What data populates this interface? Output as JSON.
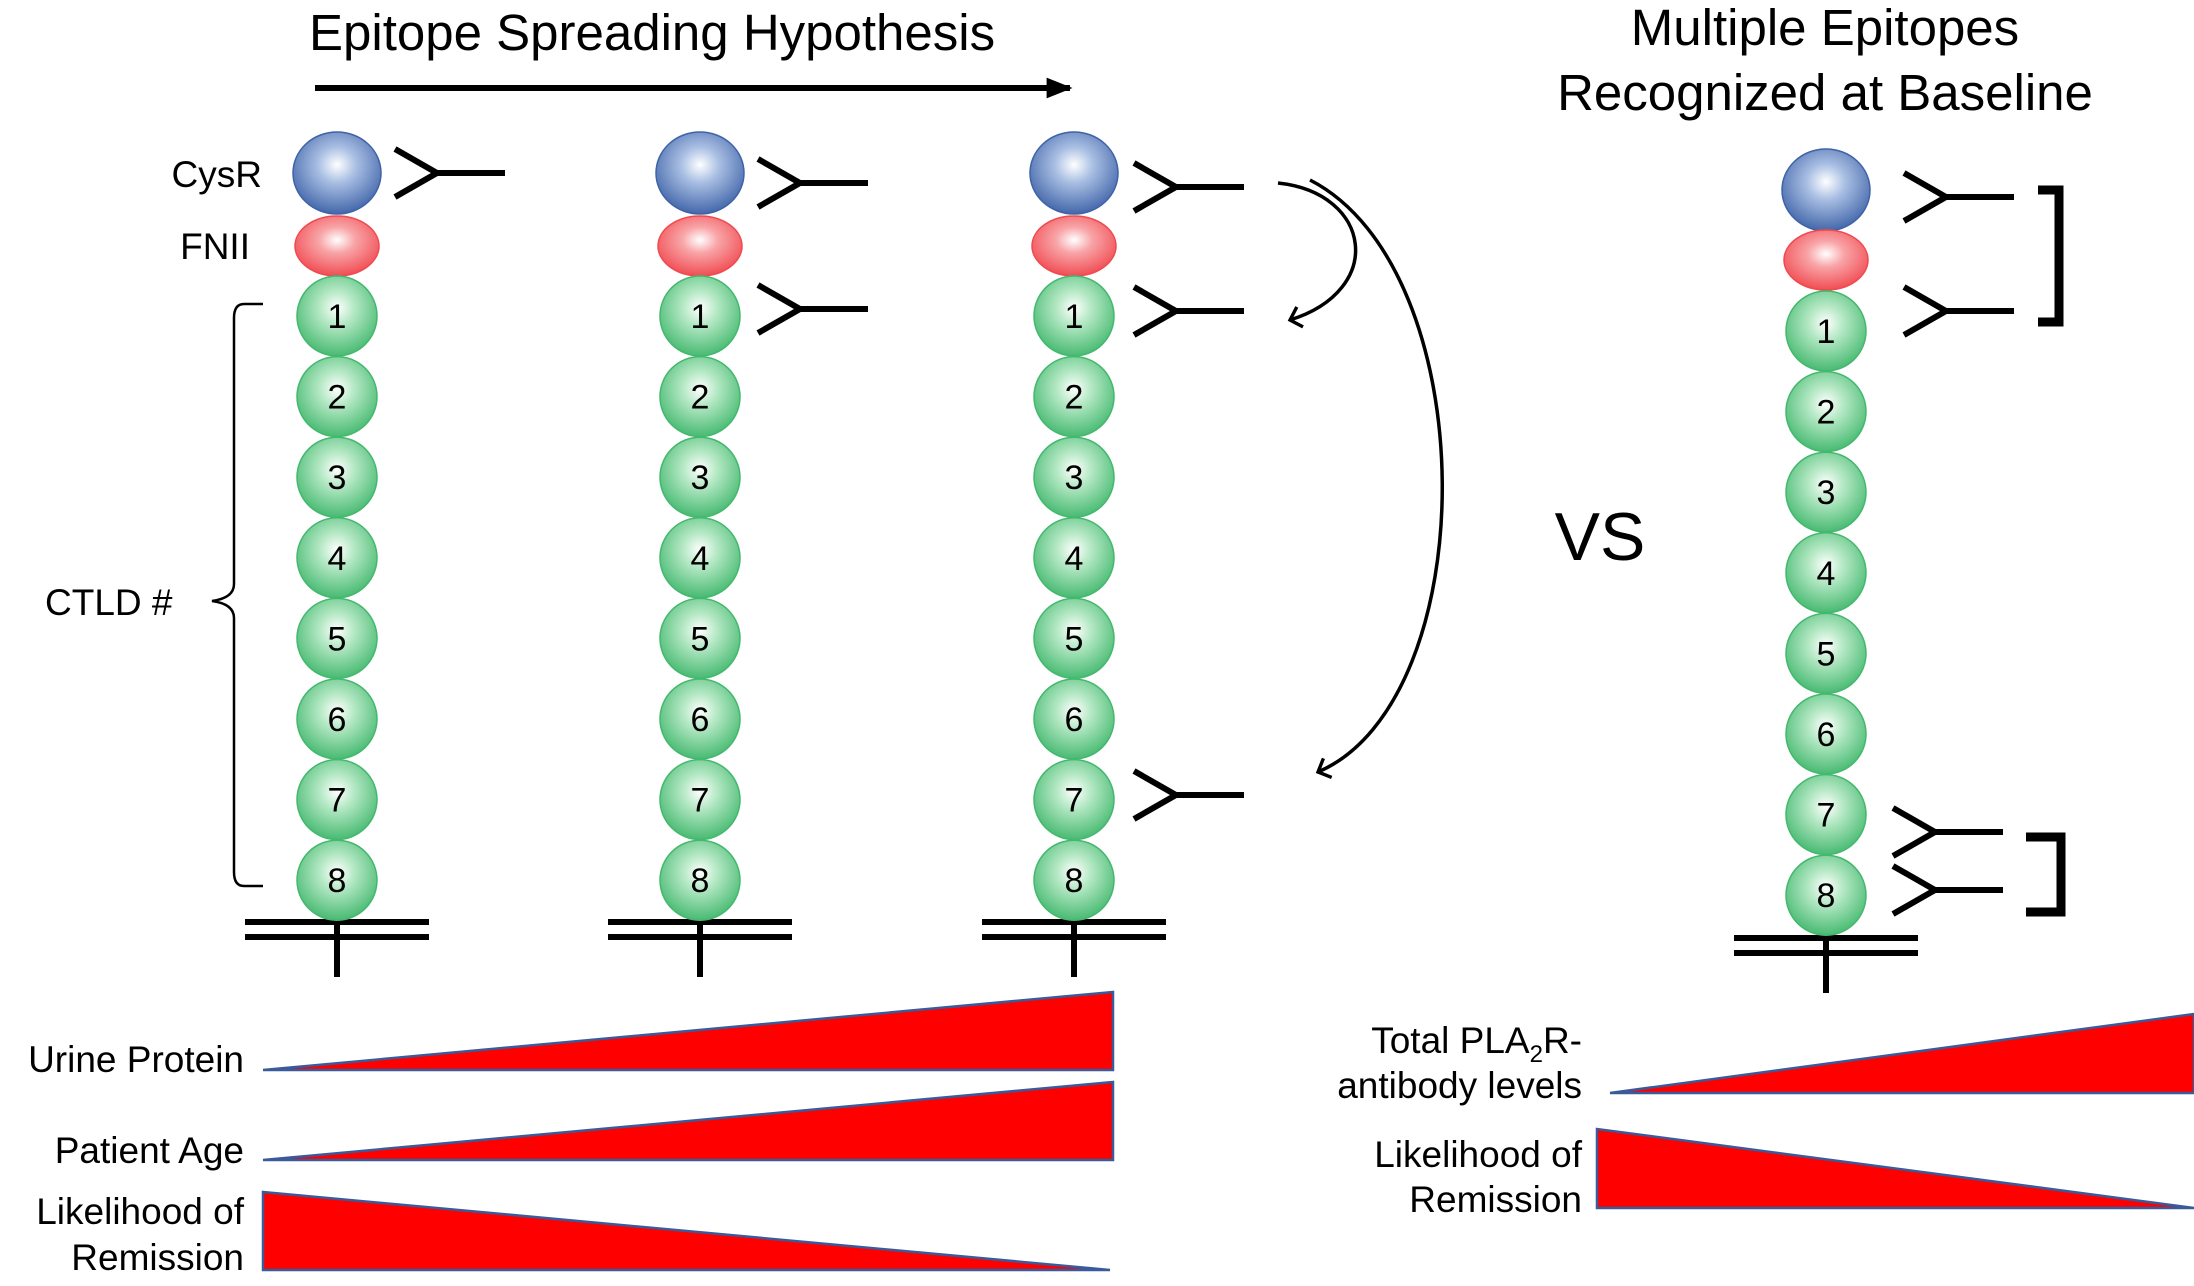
{
  "titles": {
    "left": "Epitope Spreading Hypothesis",
    "right_line1": "Multiple Epitopes",
    "right_line2": "Recognized at Baseline"
  },
  "domain_labels": {
    "cysr": "CysR",
    "fnii": "FNII",
    "ctld": "CTLD #"
  },
  "ctld_numbers": [
    "1",
    "2",
    "3",
    "4",
    "5",
    "6",
    "7",
    "8"
  ],
  "vs_label": "VS",
  "left_bars": {
    "urine_protein": "Urine Protein",
    "patient_age": "Patient Age",
    "remission_line1": "Likelihood of",
    "remission_line2": "Remission"
  },
  "right_bars": {
    "antibody_line1_pre": "Total PLA",
    "antibody_line1_sub": "2",
    "antibody_line1_post": "R-",
    "antibody_line2": "antibody levels",
    "remission_line1": "Likelihood of",
    "remission_line2": "Remission"
  },
  "colors": {
    "cysr": "#3f63a8",
    "fnii": "#f0494f",
    "ctld": "#43b86e",
    "wedge_fill": "#ff0000",
    "wedge_edge": "#3a5a9a"
  }
}
